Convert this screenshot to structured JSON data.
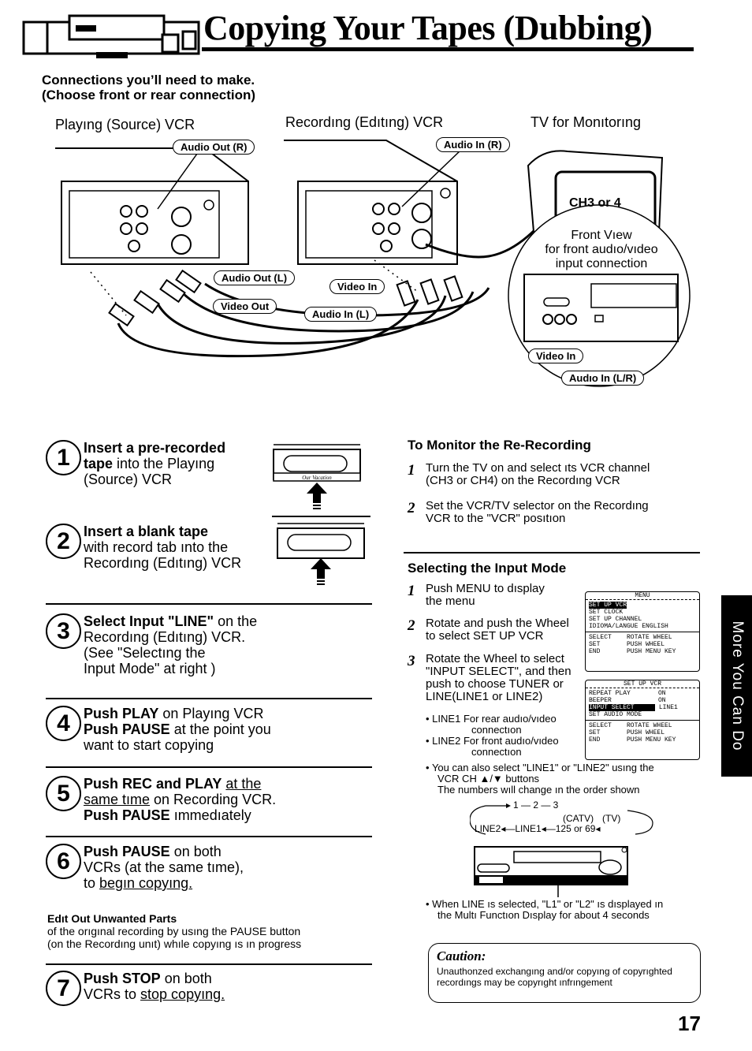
{
  "page": {
    "title": "Copying Your Tapes (Dubbing)",
    "page_number": "17",
    "side_tab": "More You Can Do"
  },
  "connections": {
    "heading_line1": "Connections you’ll need to make.",
    "heading_line2": "(Choose front or rear connection)",
    "playing_vcr": "Playıng (Source) VCR",
    "recording_vcr": "Recordıng (Edıtıng) VCR",
    "tv": "TV for Monıtorıng",
    "audio_out_r": "Audio Out (R)",
    "audio_in_r": "Audio In (R)",
    "audio_out_l": "Audio Out (L)",
    "video_out": "Video Out",
    "video_in": "Video In",
    "audio_in_l": "Audio In (L)",
    "ch": "CH3 or 4",
    "front_view_1": "Front Vıew",
    "front_view_2": "for front audıo/vıdeo",
    "front_view_3": "input connection",
    "front_video_in": "Video In",
    "front_audio_in": "Audıo In (L/R)"
  },
  "steps": [
    {
      "n": "1",
      "bold": "Insert a pre-recorded",
      "bold2": "tape",
      "rest": " into the Playıng",
      "rest2": "(Source) VCR"
    },
    {
      "n": "2",
      "bold": "Insert a blank tape",
      "l2": "with record tab ınto the",
      "l3": "Recordıng (Edıtıng) VCR"
    },
    {
      "n": "3",
      "bold": "Select Input \"LINE\"",
      "rest": " on the",
      "l2": "Recordıng (Edıtıng) VCR.",
      "l3": "(See \"Selectıng the",
      "l4": "Input Mode\" at right )"
    },
    {
      "n": "4",
      "bold": "Push PLAY",
      "rest": " on Playıng VCR",
      "bold2": "Push PAUSE",
      "rest2": " at the point you",
      "l3": "want to start copying"
    },
    {
      "n": "5",
      "bold": "Push REC and PLAY",
      "u1": "at the",
      "u2": "same tıme",
      "rest2": " on Recording VCR.",
      "bold3": "Push PAUSE",
      "rest3": " ımmedıately"
    },
    {
      "n": "6",
      "bold": "Push PAUSE",
      "rest": " on both",
      "l2": "VCRs (at the same tıme),",
      "l3a": "to ",
      "l3u": "begın copyıng."
    },
    {
      "n": "7",
      "bold": "Push STOP",
      "rest": " on both",
      "l2a": "VCRs to ",
      "l2u": "stop copyıng."
    }
  ],
  "cassette_label": "Our Vacation",
  "edit_out": {
    "heading": "Edıt Out Unwanted Parts",
    "line1": "of the orıgınal recording by usıng the PAUSE button",
    "line2": "(on the Recordıng unıt) whıle copyıng ıs ın progress"
  },
  "monitor": {
    "heading": "To Monitor the Re-Recording",
    "items": [
      {
        "n": "1",
        "l1": "Turn the TV on and select ıts VCR channel",
        "l2": "(CH3 or CH4) on the Recordıng VCR"
      },
      {
        "n": "2",
        "l1": "Set the VCR/TV selector on the Recordıng",
        "l2": "VCR to the \"VCR\" posıtıon"
      }
    ]
  },
  "input_mode": {
    "heading": "Selecting the Input Mode",
    "items": [
      {
        "n": "1",
        "l1": "Push MENU to dısplay",
        "l2": "the menu"
      },
      {
        "n": "2",
        "l1": "Rotate and push the Wheel",
        "l2": "to select SET UP VCR"
      },
      {
        "n": "3",
        "l1": "Rotate the Wheel to select",
        "l2": "\"INPUT SELECT\", and then",
        "l3": "push to choose TUNER or",
        "l4": "LINE(LINE1 or LINE2)"
      }
    ],
    "bullets": [
      {
        "k": "LINE1",
        "v1": "For rear audıo/vıdeo",
        "v2": "connectıon"
      },
      {
        "k": "LINE2",
        "v1": "For front audıo/vıdeo",
        "v2": "connectıon"
      }
    ],
    "note1": "You can also select \"LINE1\" or \"LINE2\" usıng the",
    "note2": "VCR CH ▲/▼ buttons",
    "note3": "The numbers wıll change ın the order shown",
    "seq_top": "1 — 2 — 3",
    "seq_catv": "(CATV)",
    "seq_tv": "(TV)",
    "seq_bottom": "LINE2◂—LINE1◂—125  or  69◂",
    "note4": "When LINE ıs selected, \"L1\" or \"L2\" ıs dısplayed ın",
    "note5": "the Multı Functıon Dısplay for about 4 seconds"
  },
  "menu1": {
    "title": "MENU",
    "items": [
      "SET UP VCR",
      "SET CLOCK",
      "SET UP CHANNEL",
      "IDIOMA/LANGUE ENGLISH"
    ],
    "keys": [
      [
        "SELECT",
        "ROTATE WHEEL"
      ],
      [
        "SET",
        "PUSH WHEEL"
      ],
      [
        "END",
        "PUSH MENU KEY"
      ]
    ]
  },
  "menu2": {
    "title": "SET UP VCR",
    "items": [
      [
        "REPEAT PLAY",
        "ON"
      ],
      [
        "BEEPER",
        "ON"
      ],
      [
        "INPUT SELECT",
        "LINE1"
      ],
      [
        "SET AUDIO MODE",
        ""
      ]
    ],
    "keys": [
      [
        "SELECT",
        "ROTATE WHEEL"
      ],
      [
        "SET",
        "PUSH WHEEL"
      ],
      [
        "END",
        "PUSH MENU KEY"
      ]
    ]
  },
  "caution": {
    "heading": "Caution:",
    "line1": "Unauthonzed exchangıng and/or copyıng of copyrıghted",
    "line2": "recordıngs may be copyrıght ınfrıngement"
  }
}
